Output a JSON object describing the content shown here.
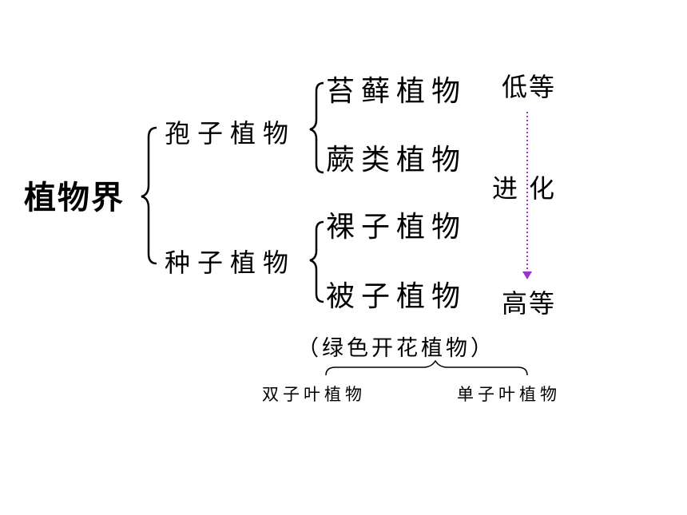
{
  "root": "植物界",
  "groups": [
    {
      "name": "孢子植物",
      "children": [
        "苔藓植物",
        "蕨类植物"
      ]
    },
    {
      "name": "种子植物",
      "children": [
        "裸子植物",
        "被子植物"
      ]
    }
  ],
  "evolution": {
    "low": "低等",
    "middle": "进化",
    "high": "高等",
    "arrow_color": "#9933cc"
  },
  "angiosperm_note": "（绿色开花植物）",
  "angiosperm_subgroups": [
    "双子叶植物",
    "单子叶植物"
  ]
}
